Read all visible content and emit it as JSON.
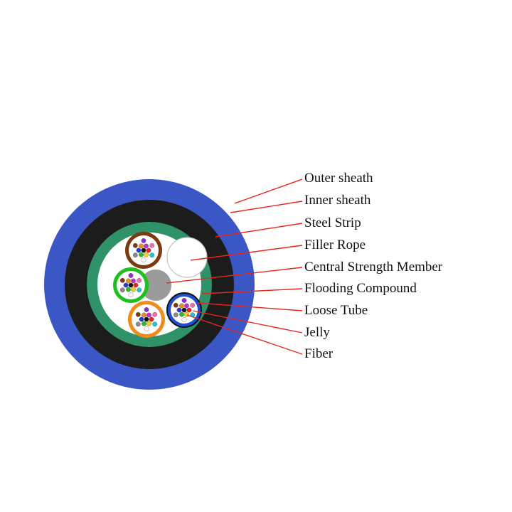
{
  "labels": [
    {
      "text": "Outer sheath"
    },
    {
      "text": "Inner sheath"
    },
    {
      "text": "Steel Strip"
    },
    {
      "text": "Filler Rope"
    },
    {
      "text": "Central Strength Member"
    },
    {
      "text": "Flooding Compound"
    },
    {
      "text": "Loose Tube"
    },
    {
      "text": "Jelly"
    },
    {
      "text": "Fiber"
    }
  ],
  "colors": {
    "outer_sheath": "#3b57c6",
    "inner_sheath": "#1c1c1c",
    "steel_strip": "#2f9268",
    "core_bg": "#ffffff",
    "filler_rope_fill": "#ffffff",
    "filler_rope_border": "#c4c4c4",
    "central_strength_member": "#9b9b9b",
    "tube_brown": "#7b3a10",
    "tube_green": "#1ec01e",
    "tube_orange": "#f08b1e",
    "tube_blue": "#1e4fd0",
    "leader_line": "#e8251f"
  },
  "fiber_colors": [
    "#111111",
    "#e8251f",
    "#f2d21c",
    "#2db82d",
    "#1f3fd0",
    "#f08b1e",
    "#c52ccf",
    "#18c8d8",
    "#ffffff",
    "#8a8a8a",
    "#7b3a10",
    "#8f2bd8",
    "#f06eaa"
  ]
}
